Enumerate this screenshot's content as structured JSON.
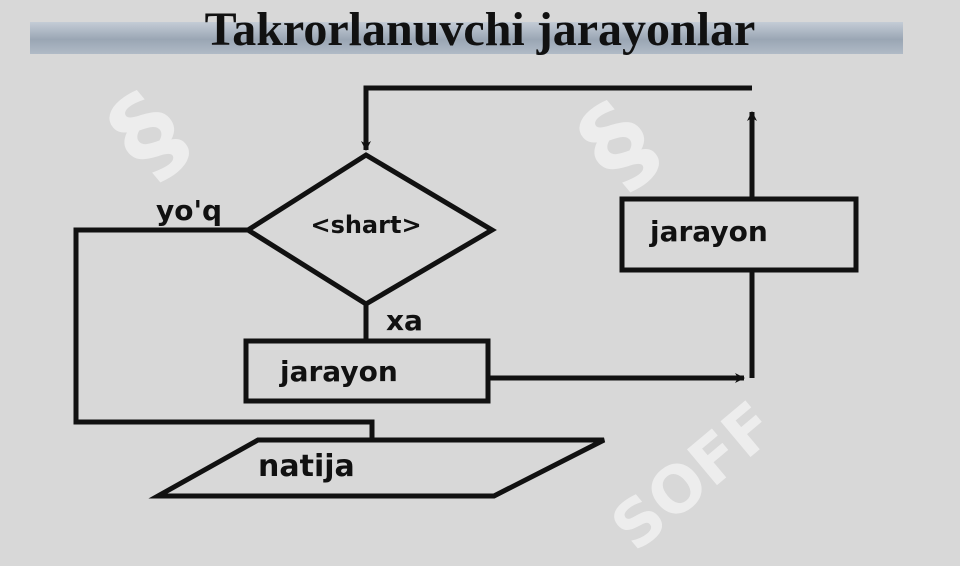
{
  "title": "Takrorlanuvchi jarayonlar",
  "watermark": "SOFF",
  "flowchart": {
    "condition": "<shart>",
    "no_label": "yo'q",
    "yes_label": "xa",
    "process_bottom": "jarayon",
    "process_right": "jarayon",
    "output": "natija"
  },
  "colors": {
    "stroke": "#111111",
    "background": "#d8d8d8",
    "title_band": "#9aa6b4"
  }
}
